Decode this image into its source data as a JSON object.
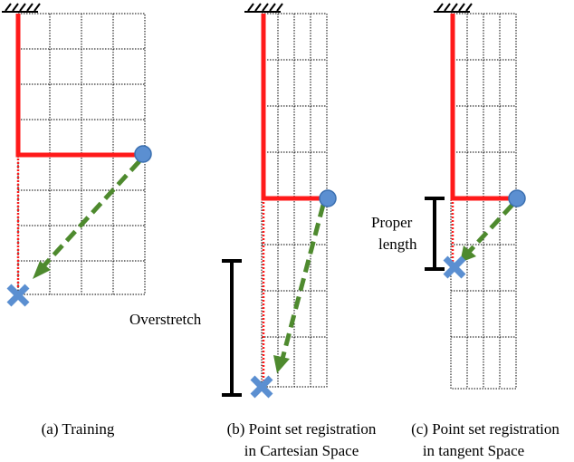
{
  "colors": {
    "rope": "#ff1a1a",
    "arrow": "#4e8a2e",
    "marker": "#5b8fd1",
    "marker_stroke": "#3a6fb0",
    "grid": "#000000",
    "measure": "#000000"
  },
  "panels": [
    {
      "id": "a",
      "caption_line1": "(a) Training",
      "caption_line2": ""
    },
    {
      "id": "b",
      "caption_line1": "(b) Point set registration",
      "caption_line2": "in Cartesian Space",
      "annotation": "Overstretch"
    },
    {
      "id": "c",
      "caption_line1": "(c) Point set registration",
      "caption_line2": "in tangent Space",
      "annotation_line1": "Proper",
      "annotation_line2": "length"
    }
  ]
}
